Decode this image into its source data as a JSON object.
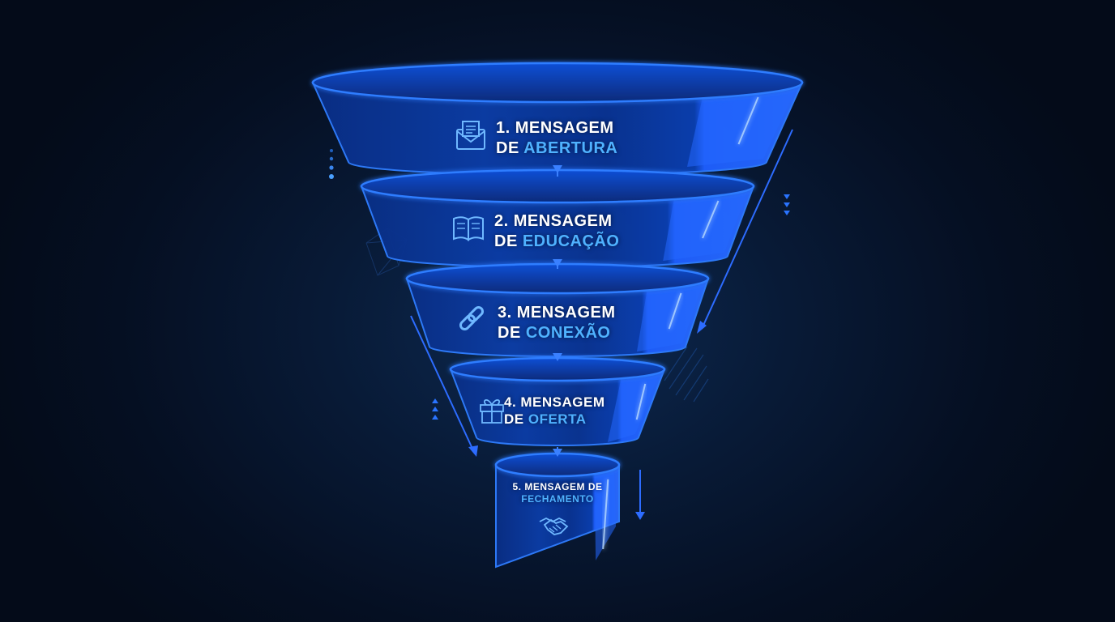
{
  "colors": {
    "background": "#050f22",
    "funnel_fill": "#0a3a9a",
    "funnel_edge": "#2f7dff",
    "accent_text": "#4fb2ff",
    "label_text": "#ffffff"
  },
  "stages": [
    {
      "number_line": "1. MENSAGEM",
      "prefix": "DE",
      "highlight": "ABERTURA",
      "icon": "envelope-icon"
    },
    {
      "number_line": "2. MENSAGEM",
      "prefix": "DE",
      "highlight": "EDUCAÇÃO",
      "icon": "book-icon"
    },
    {
      "number_line": "3. MENSAGEM",
      "prefix": "DE",
      "highlight": "CONEXÃO",
      "icon": "link-icon"
    },
    {
      "number_line": "4. MENSAGEM",
      "prefix": "DE",
      "highlight": "OFERTA",
      "icon": "gift-icon"
    },
    {
      "number_line": "5. MENSAGEM DE",
      "prefix": "",
      "highlight": "FECHAMENTO",
      "icon": "handshake-icon"
    }
  ]
}
